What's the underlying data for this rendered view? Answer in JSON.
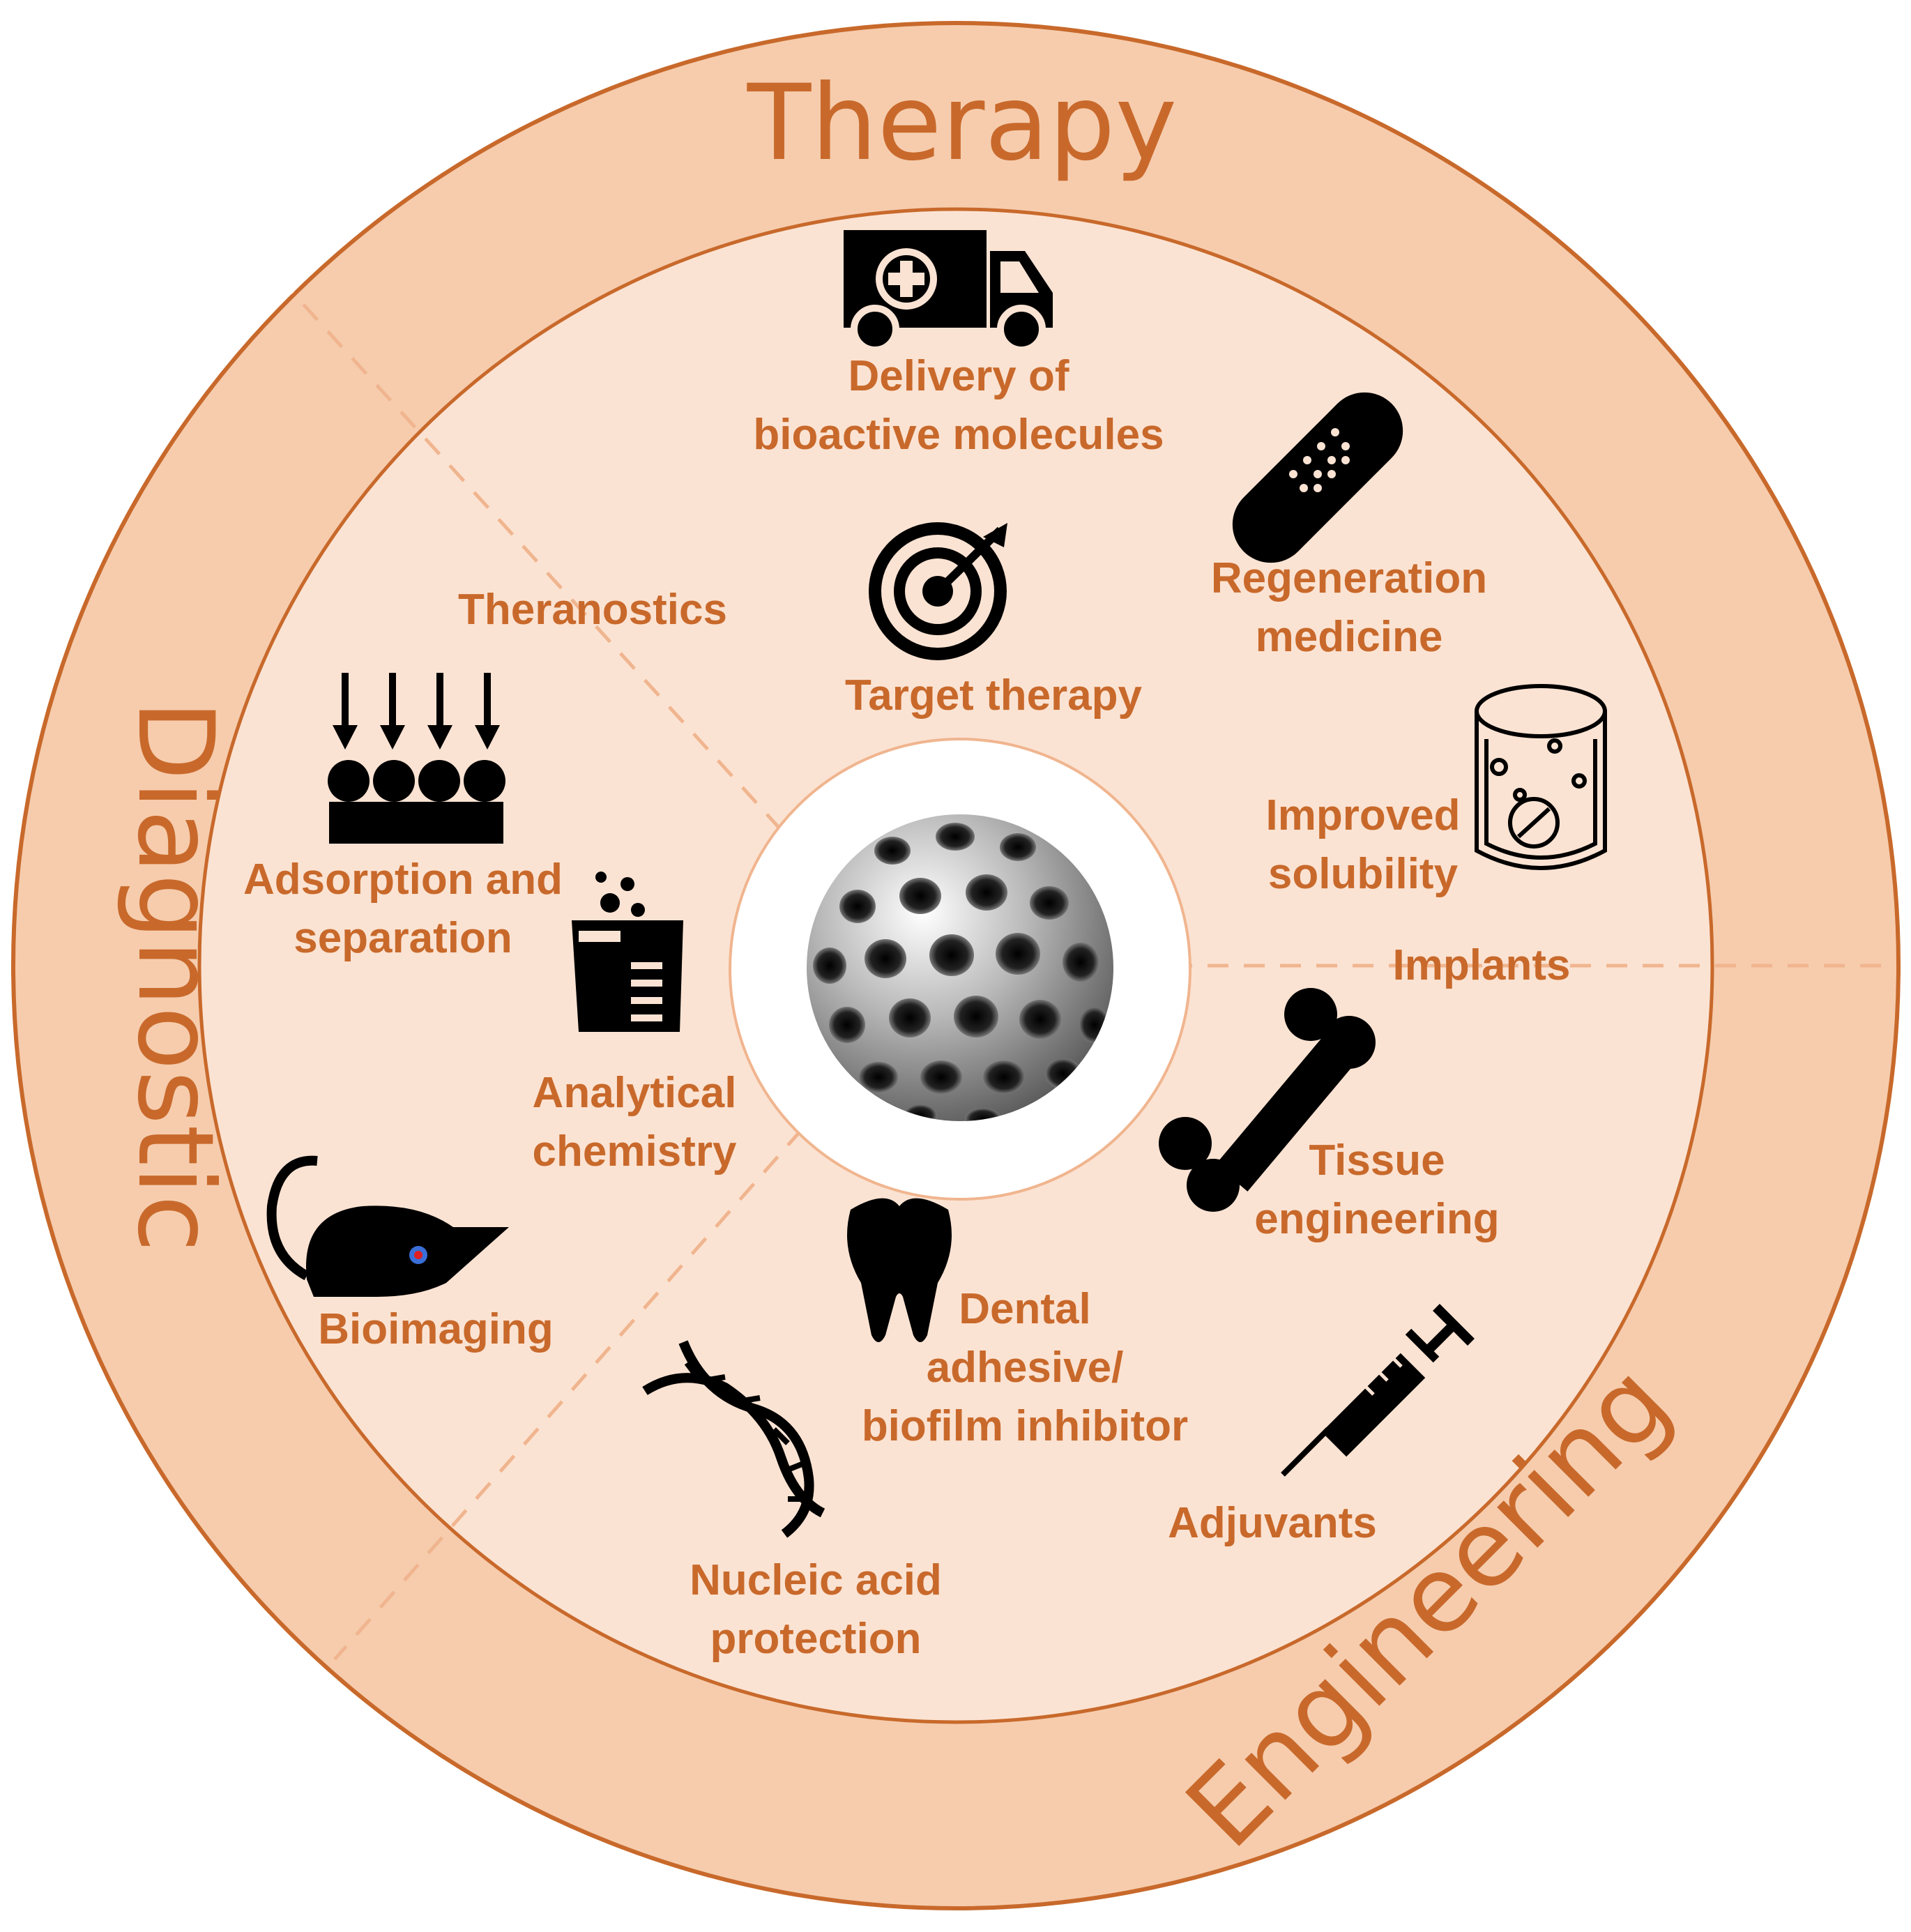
{
  "colors": {
    "accent": "#c8692b",
    "outer_ring": "#f6ccad",
    "inner_disc": "#fbe3d3",
    "divider": "#f0b58f",
    "icon": "#000000",
    "center": "#ffffff"
  },
  "ring_labels": {
    "therapy": "Therapy",
    "diagnostic": "Diagnostic",
    "engineering": "Engineering"
  },
  "center": {
    "icon": "mesoporous-sphere-icon"
  },
  "applications": [
    {
      "id": "delivery",
      "lines": [
        "Delivery of",
        "bioactive molecules"
      ],
      "icon": "ambulance-icon"
    },
    {
      "id": "regeneration",
      "lines": [
        "Regeneration",
        "medicine"
      ],
      "icon": "bandage-icon"
    },
    {
      "id": "target",
      "lines": [
        "Target therapy"
      ],
      "icon": "target-icon"
    },
    {
      "id": "theranostics",
      "lines": [
        "Theranostics"
      ],
      "icon": ""
    },
    {
      "id": "solubility",
      "lines": [
        "Improved",
        "solubility"
      ],
      "icon": "glass-pill-icon"
    },
    {
      "id": "implants",
      "lines": [
        "Implants"
      ],
      "icon": ""
    },
    {
      "id": "adsorption",
      "lines": [
        "Adsorption and",
        "separation"
      ],
      "icon": "adsorption-icon"
    },
    {
      "id": "analytical",
      "lines": [
        "Analytical",
        "chemistry"
      ],
      "icon": "beaker-icon"
    },
    {
      "id": "tissue",
      "lines": [
        "Tissue",
        "engineering"
      ],
      "icon": "bone-icon"
    },
    {
      "id": "bioimaging",
      "lines": [
        "Bioimaging"
      ],
      "icon": "mouse-icon"
    },
    {
      "id": "dental",
      "lines": [
        "Dental",
        "adhesive/",
        "biofilm inhibitor"
      ],
      "icon": "tooth-icon"
    },
    {
      "id": "adjuvants",
      "lines": [
        "Adjuvants"
      ],
      "icon": "syringe-icon"
    },
    {
      "id": "nucleic",
      "lines": [
        "Nucleic acid",
        "protection"
      ],
      "icon": "dna-icon"
    }
  ]
}
